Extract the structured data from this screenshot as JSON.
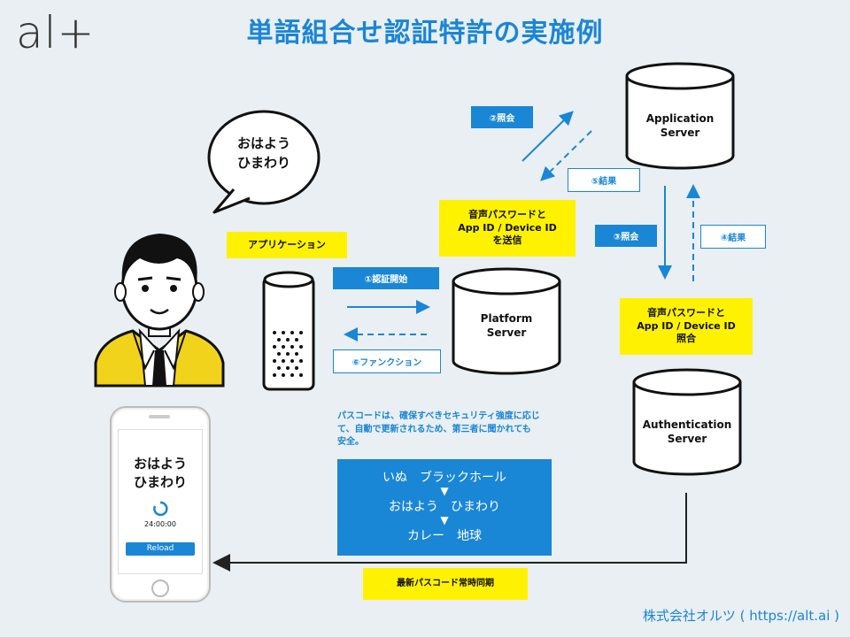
{
  "header": {
    "logo": "al+",
    "title": "単語組合せ認証特許の実施例"
  },
  "speech_bubble": {
    "line1": "おはよう",
    "line2": "ひまわり"
  },
  "labels": {
    "application": "アプリケーション",
    "auth_start": "①認証開始",
    "function": "⑥ファンクション",
    "query2": "②照会",
    "result5": "⑤結果",
    "query3": "③照会",
    "result4": "④結果",
    "send_line1": "音声パスワードと",
    "send_line2": "App ID / Device ID",
    "send_line3": "を送信",
    "match_line1": "音声パスワードと",
    "match_line2": "App ID / Device ID",
    "match_line3": "照合",
    "sync": "最新パスコード常時同期"
  },
  "servers": {
    "application_line1": "Application",
    "application_line2": "Server",
    "platform_line1": "Platform",
    "platform_line2": "Server",
    "auth_line1": "Authentication",
    "auth_line2": "Server"
  },
  "note": {
    "line1": "パスコードは、確保すべきセキュリティ強度に応じ",
    "line2": "て、自動で更新されるため、第三者に聞かれても",
    "line3": "安全。"
  },
  "passcodes": {
    "row1": "いぬ　ブラックホール",
    "row2": "おはよう　ひまわり",
    "row3": "カレー　地球",
    "arrow": "▼"
  },
  "phone": {
    "line1": "おはよう",
    "line2": "ひまわり",
    "timer": "24:00:00",
    "reload": "Reload"
  },
  "footer": "株式会社オルツ ( https://alt.ai )",
  "colors": {
    "accent_blue": "#1a86d6",
    "highlight_yellow": "#fff200",
    "background": "#e9eff2"
  }
}
